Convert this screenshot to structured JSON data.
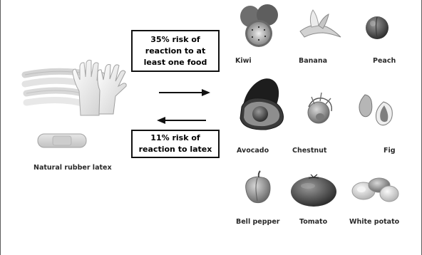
{
  "allergen": {
    "label": "Natural rubber latex"
  },
  "forward_box": {
    "lines": [
      "35% risk of",
      "reaction to at",
      "least one food"
    ]
  },
  "reverse_box": {
    "lines": [
      "11% risk of",
      "reaction to latex"
    ]
  },
  "foods": [
    {
      "label": "Kiwi",
      "icon": "kiwi-icon"
    },
    {
      "label": "Banana",
      "icon": "banana-icon"
    },
    {
      "label": "Peach",
      "icon": "peach-icon"
    },
    {
      "label": "Avocado",
      "icon": "avocado-icon"
    },
    {
      "label": "Chestnut",
      "icon": "chestnut-icon"
    },
    {
      "label": "Fig",
      "icon": "fig-icon"
    },
    {
      "label": "Bell pepper",
      "icon": "bell-pepper-icon"
    },
    {
      "label": "Tomato",
      "icon": "tomato-icon"
    },
    {
      "label": "White potato",
      "icon": "white-potato-icon"
    }
  ]
}
